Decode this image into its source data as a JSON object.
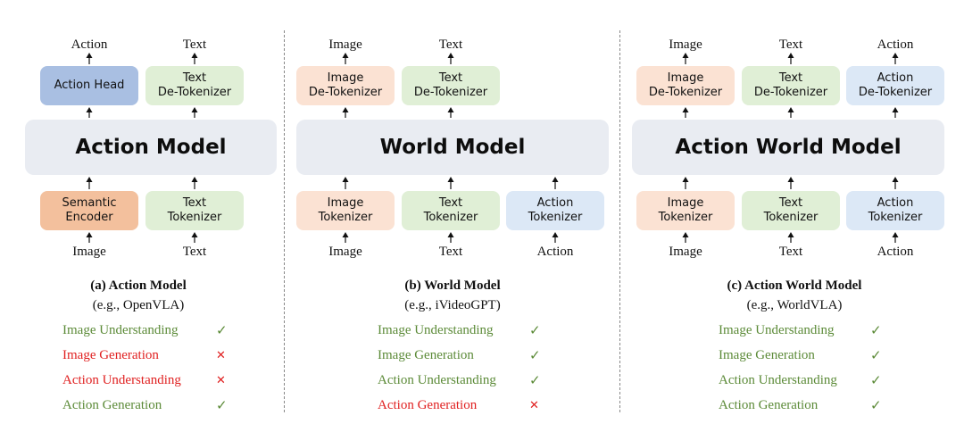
{
  "panels": [
    {
      "id": "a",
      "model": "Action Model",
      "caption": "(a) Action Model",
      "example": "(e.g., OpenVLA)",
      "outputs": [
        {
          "label": "Action",
          "box": "Action Head",
          "color": "blue-strong"
        },
        {
          "label": "Text",
          "box": "Text\nDe-Tokenizer",
          "color": "green"
        }
      ],
      "inputs": [
        {
          "label": "Image",
          "box": "Semantic\nEncoder",
          "color": "orange-strong"
        },
        {
          "label": "Text",
          "box": "Text\nTokenizer",
          "color": "green"
        }
      ],
      "capabilities": [
        {
          "text": "Image Understanding",
          "ok": true
        },
        {
          "text": "Image Generation",
          "ok": false
        },
        {
          "text": "Action Understanding",
          "ok": false
        },
        {
          "text": "Action Generation",
          "ok": true
        }
      ]
    },
    {
      "id": "b",
      "model": "World Model",
      "caption": "(b) World Model",
      "example": "(e.g., iVideoGPT)",
      "outputs": [
        {
          "label": "Image",
          "box": "Image\nDe-Tokenizer",
          "color": "orange"
        },
        {
          "label": "Text",
          "box": "Text\nDe-Tokenizer",
          "color": "green"
        }
      ],
      "inputs": [
        {
          "label": "Image",
          "box": "Image\nTokenizer",
          "color": "orange"
        },
        {
          "label": "Text",
          "box": "Text\nTokenizer",
          "color": "green"
        },
        {
          "label": "Action",
          "box": "Action\nTokenizer",
          "color": "blue"
        }
      ],
      "capabilities": [
        {
          "text": "Image Understanding",
          "ok": true
        },
        {
          "text": "Image Generation",
          "ok": true
        },
        {
          "text": "Action Understanding",
          "ok": true
        },
        {
          "text": "Action Generation",
          "ok": false
        }
      ]
    },
    {
      "id": "c",
      "model": "Action World Model",
      "caption": "(c) Action World Model",
      "example": "(e.g., WorldVLA)",
      "outputs": [
        {
          "label": "Image",
          "box": "Image\nDe-Tokenizer",
          "color": "orange"
        },
        {
          "label": "Text",
          "box": "Text\nDe-Tokenizer",
          "color": "green"
        },
        {
          "label": "Action",
          "box": "Action\nDe-Tokenizer",
          "color": "blue"
        }
      ],
      "inputs": [
        {
          "label": "Image",
          "box": "Image\nTokenizer",
          "color": "orange"
        },
        {
          "label": "Text",
          "box": "Text\nTokenizer",
          "color": "green"
        },
        {
          "label": "Action",
          "box": "Action\nTokenizer",
          "color": "blue"
        }
      ],
      "capabilities": [
        {
          "text": "Image Understanding",
          "ok": true
        },
        {
          "text": "Image Generation",
          "ok": true
        },
        {
          "text": "Action Understanding",
          "ok": true
        },
        {
          "text": "Action Generation",
          "ok": true
        }
      ]
    }
  ],
  "marks": {
    "ok": "✓",
    "bad": "✕"
  },
  "colors": {
    "ok": "#5b8a37",
    "bad": "#e02020",
    "model_bg": "#e9ecf2",
    "orange": "#fbe2d3",
    "orange_strong": "#f3c09d",
    "green": "#e0efd6",
    "blue": "#dce8f6",
    "blue_strong": "#a9bfe2"
  }
}
